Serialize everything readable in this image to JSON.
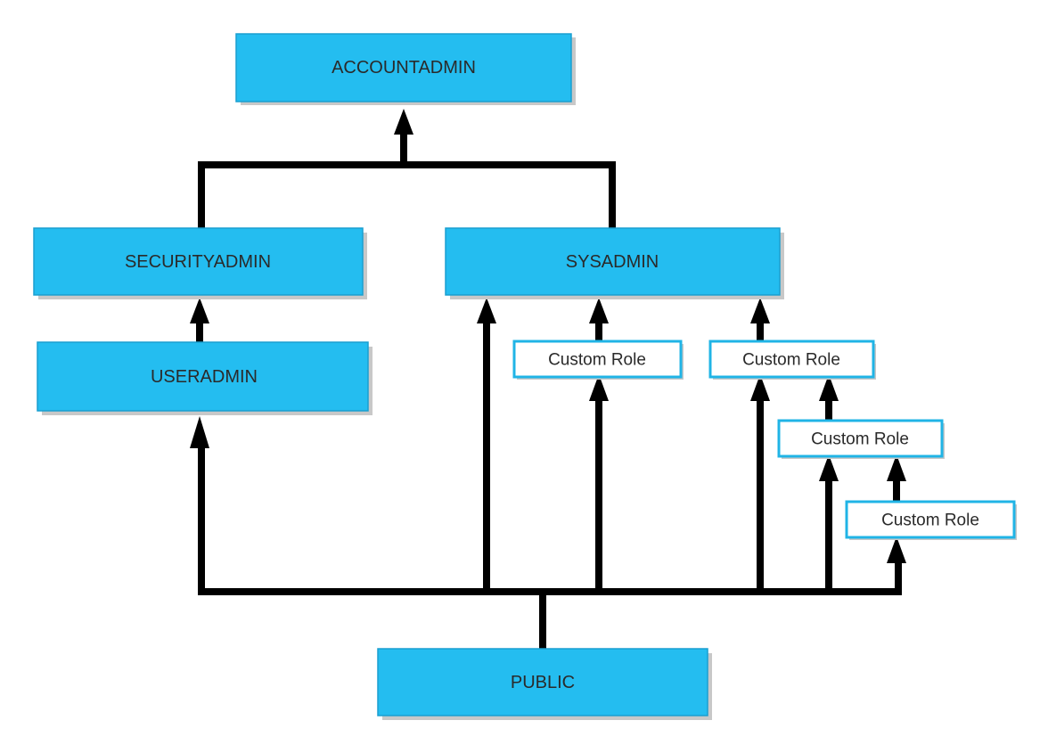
{
  "roles": {
    "accountadmin": "ACCOUNTADMIN",
    "securityadmin": "SECURITYADMIN",
    "sysadmin": "SYSADMIN",
    "useradmin": "USERADMIN",
    "public": "PUBLIC"
  },
  "custom_roles": {
    "custom_1": "Custom Role",
    "custom_2": "Custom Role",
    "custom_3": "Custom Role",
    "custom_4": "Custom Role"
  },
  "colors": {
    "system_role_fill": "#24bdf0",
    "custom_role_border": "#20b4e6",
    "connector": "#000000"
  }
}
